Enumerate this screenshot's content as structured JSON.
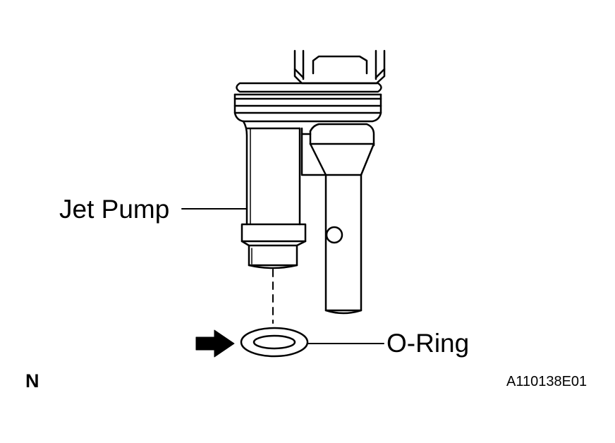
{
  "labels": {
    "jet_pump": "Jet Pump",
    "o_ring": "O-Ring",
    "corner_mark": "N",
    "figure_code": "A110138E01"
  },
  "colors": {
    "line": "#000000",
    "background": "#ffffff"
  }
}
